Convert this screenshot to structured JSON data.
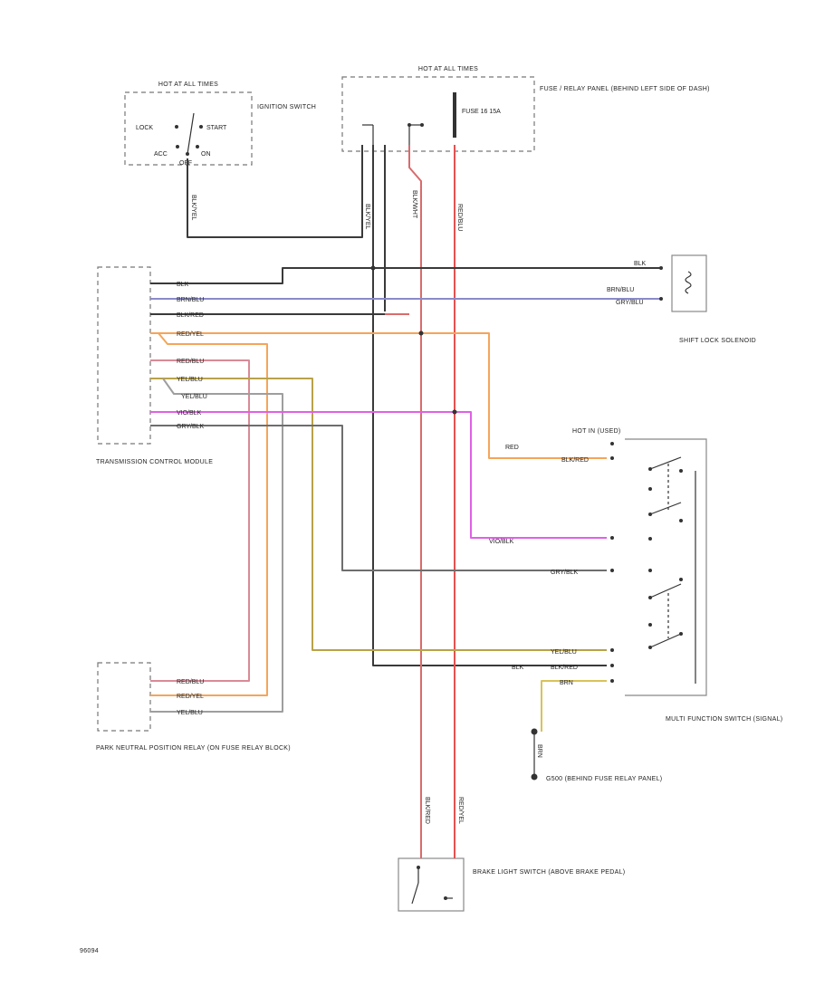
{
  "colors": {
    "black": "#3a3a3a",
    "gray": "#6e6e6e",
    "blue": "#8a8ac8",
    "red": "#e65050",
    "orange": "#f5a55a",
    "yellow": "#e9e27a",
    "violet": "#e060e6",
    "tan": "#b8a24a",
    "pink": "#d98a96"
  },
  "components": {
    "ignition_box_title": "HOT AT ALL TIMES",
    "ignition_label": "IGNITION SWITCH",
    "ign_lock": "LOCK",
    "ign_start": "START",
    "ign_acc": "ACC",
    "ign_on": "ON",
    "ign_off": "OFF",
    "fuse_box_title": "HOT AT ALL TIMES",
    "fuse_label": "FUSE / RELAY PANEL (BEHIND LEFT SIDE OF DASH)",
    "fuse_name": "FUSE 16 15A",
    "tcm_label": "TRANSMISSION CONTROL MODULE",
    "shift_lock_label": "SHIFT LOCK SOLENOID",
    "hot_in_label": "HOT IN (USED)",
    "mfs_label": "MULTI FUNCTION SWITCH (SIGNAL)",
    "ground_label": "G500 (BEHIND FUSE RELAY PANEL)",
    "pn_label": "PARK NEUTRAL POSITION RELAY (ON FUSE RELAY BLOCK)",
    "brake_label": "BRAKE LIGHT SWITCH (ABOVE BRAKE PEDAL)",
    "footer_code": "96094"
  },
  "wires": {
    "ign_wire": "BLK/YEL",
    "fuse_w1": "BLK/YEL",
    "fuse_w2": "BLK/WHT",
    "fuse_w3": "RED/BLU",
    "tcm_w1": "BLK",
    "tcm_w2": "BRN/BLU",
    "tcm_w3": "BLK/RED",
    "tcm_w4": "RED/YEL",
    "tcm_w5": "RED/BLU",
    "tcm_w6": "YEL/BLU",
    "tcm_w7": "YEL/BLU",
    "tcm_w8": "VIO/BLK",
    "tcm_w9": "GRY/BLK",
    "sl_w1": "BLK",
    "sl_w2": "BRN/BLU",
    "sl_w3": "GRY/BLU",
    "mfs_red": "RED",
    "mfs_w1": "BLK/RED",
    "mfs_w2": "VIO/BLK",
    "mfs_w3": "GRY/BLK",
    "mfs_w4": "YEL/BLU",
    "mfs_w5": "BLK",
    "mfs_w6": "BLK/RED",
    "mfs_w7": "BRN",
    "gnd_wire": "BRN",
    "pn_w1": "RED/BLU",
    "pn_w2": "RED/YEL",
    "pn_w3": "YEL/BLU",
    "brk_w1": "BLK/RED",
    "brk_w2": "RED/YEL"
  }
}
